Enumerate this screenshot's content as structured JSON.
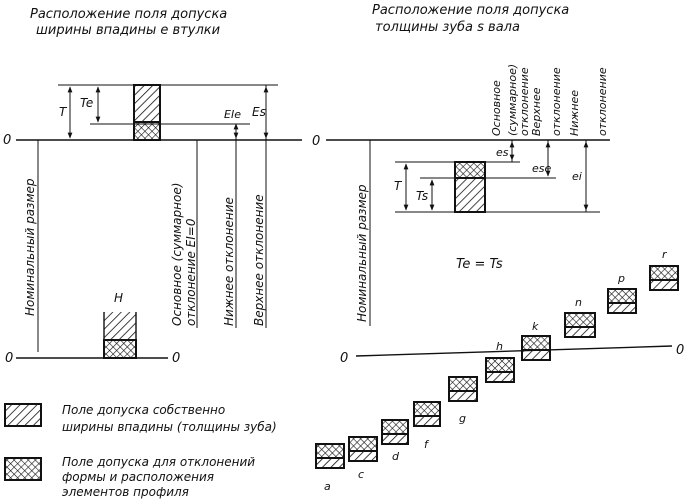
{
  "left": {
    "title_line1": "Расположение поля допуска",
    "title_line2": "ширины впадины е втулки",
    "zero": "0",
    "label_T": "T",
    "label_Te": "Te",
    "label_EIe": "EIe",
    "label_Es": "Es",
    "nominal": "Номинальный размер",
    "basic_line1": "Основное (суммарное)",
    "basic_line2": "отклонение EI=0",
    "lower_dev": "Нижнее отклонение",
    "upper_dev": "Верхнее отклонение",
    "H": "H"
  },
  "right": {
    "title_line1": "Расположение поля допуска",
    "title_line2": "толщины зуба s вала",
    "zero": "0",
    "label_T": "T",
    "label_Ts": "Ts",
    "label_es": "es",
    "label_ese": "ese",
    "label_ei": "ei",
    "col1_line1": "Основное",
    "col2_line1": "(суммарное)",
    "col2_line2": "отклонение",
    "col3_line1": "Верхнее",
    "col3_line2": "отклонение",
    "col4_line1": "Нижнее",
    "col4_line2": "отклонение",
    "nominal": "Номинальный размер",
    "equation": "Te = Ts",
    "fields": [
      "a",
      "c",
      "d",
      "f",
      "g",
      "h",
      "k",
      "n",
      "p",
      "r"
    ]
  },
  "legend": {
    "own_line1": "Поле допуска собственно",
    "own_line2": "ширины впадины (толщины зуба)",
    "form_line1": "Поле допуска для отклонений",
    "form_line2": "формы и расположения",
    "form_line3": "элементов профиля"
  }
}
